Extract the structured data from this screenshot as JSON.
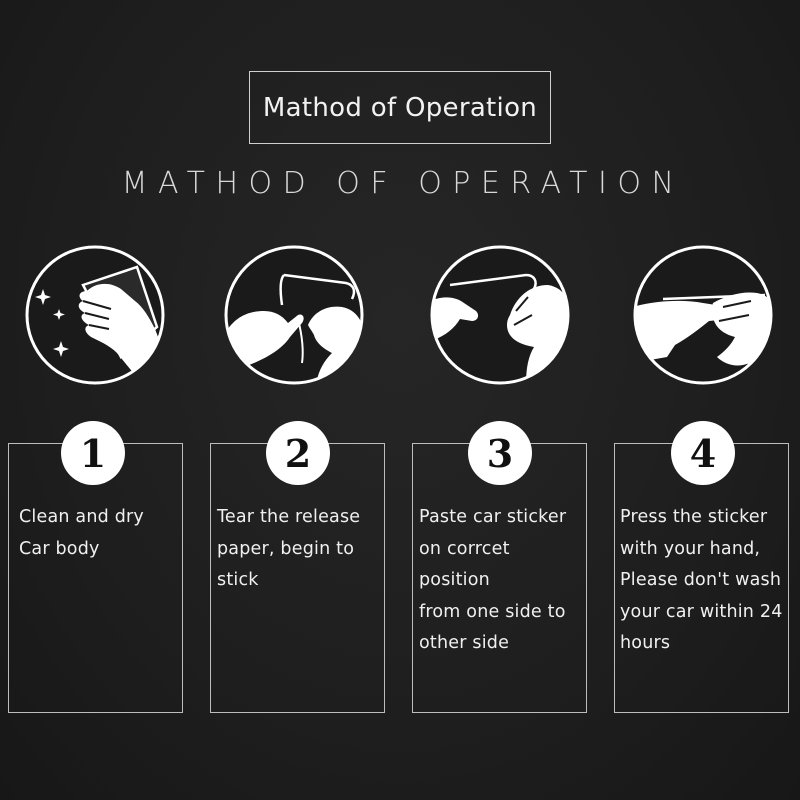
{
  "header": {
    "title": "Mathod of Operation",
    "subtitle": "MATHOD OF OPERATION"
  },
  "steps": [
    {
      "number": "1",
      "text": "Clean and dry\nCar body",
      "icon": "hand-wiping-icon"
    },
    {
      "number": "2",
      "text": "Tear the release\npaper, begin to\nstick",
      "icon": "peeling-sticker-icon"
    },
    {
      "number": "3",
      "text": "Paste car sticker\non corrcet position\nfrom one side to\nother side",
      "icon": "placing-sticker-icon"
    },
    {
      "number": "4",
      "text": "Press the sticker\nwith your hand,\nPlease don't wash\nyour car within 24\nhours",
      "icon": "pressing-sticker-icon"
    }
  ],
  "colors": {
    "background": "#1e1e1e",
    "foreground": "#ffffff",
    "border": "#bdbdbd"
  }
}
